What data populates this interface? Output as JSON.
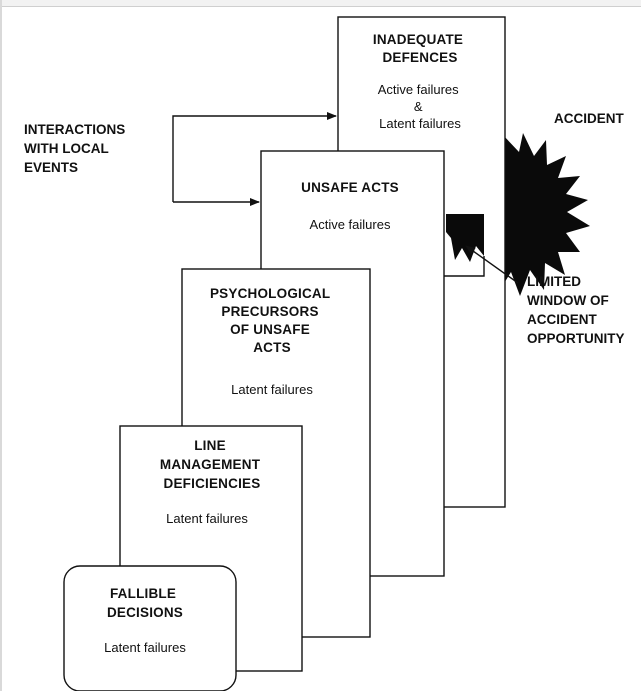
{
  "layers": [
    {
      "key": "inadequate_defences",
      "title_lines": [
        "INADEQUATE",
        "DEFENCES"
      ],
      "detail_lines": [
        "Active failures",
        "&",
        "Latent failures"
      ]
    },
    {
      "key": "unsafe_acts",
      "title_lines": [
        "UNSAFE ACTS"
      ],
      "detail_lines": [
        "Active failures"
      ]
    },
    {
      "key": "psychological_precursors",
      "title_lines": [
        "PSYCHOLOGICAL",
        "PRECURSORS",
        "OF UNSAFE",
        "ACTS"
      ],
      "detail_lines": [
        "Latent failures"
      ]
    },
    {
      "key": "line_management",
      "title_lines": [
        "LINE",
        "MANAGEMENT",
        "DEFICIENCIES"
      ],
      "detail_lines": [
        "Latent failures"
      ]
    },
    {
      "key": "fallible_decisions",
      "title_lines": [
        "FALLIBLE",
        "DECISIONS"
      ],
      "detail_lines": [
        "Latent failures"
      ]
    }
  ],
  "labels": {
    "interactions": [
      "INTERACTIONS",
      "WITH LOCAL",
      "EVENTS"
    ],
    "accident": "ACCIDENT",
    "window": [
      "LIMITED",
      "WINDOW OF",
      "ACCIDENT",
      "OPPORTUNITY"
    ]
  }
}
